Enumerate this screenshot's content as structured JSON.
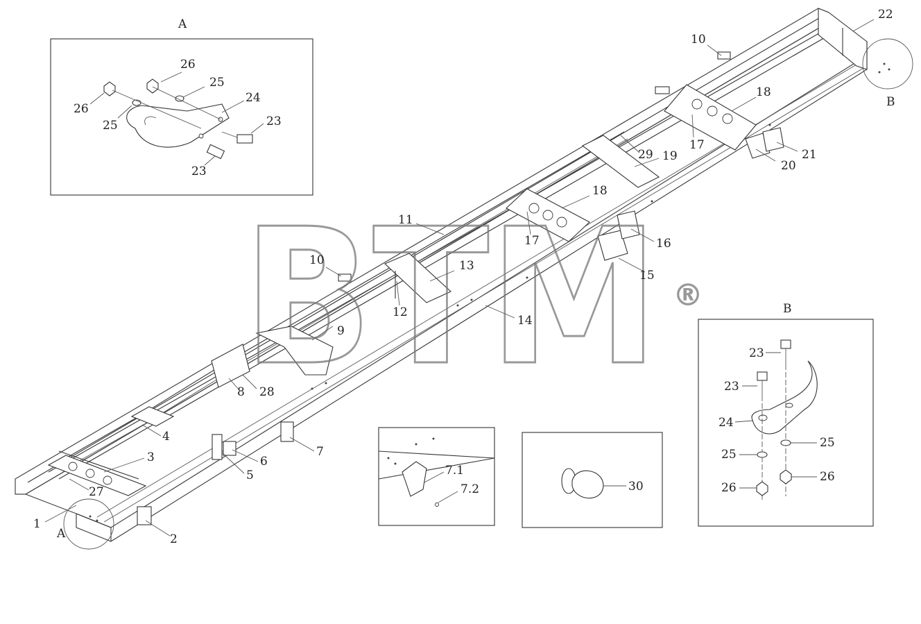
{
  "watermark": {
    "text": "BTM",
    "registered": "®"
  },
  "detail_a": {
    "title": "A",
    "labels": [
      "26",
      "25",
      "24",
      "23",
      "23",
      "25",
      "26"
    ]
  },
  "detail_b": {
    "title": "B",
    "labels": [
      "23",
      "23",
      "24",
      "25",
      "25",
      "26",
      "26"
    ]
  },
  "detail_7": {
    "labels": [
      "7.1",
      "7.2"
    ]
  },
  "detail_30": {
    "labels": [
      "30"
    ]
  },
  "callouts": {
    "c1": "1",
    "c2": "2",
    "c3": "3",
    "c4": "4",
    "c5": "5",
    "c6": "6",
    "c7": "7",
    "c8": "8",
    "c9": "9",
    "c10a": "10",
    "c10b": "10",
    "c11": "11",
    "c12": "12",
    "c13": "13",
    "c14": "14",
    "c15": "15",
    "c16": "16",
    "c17a": "17",
    "c17b": "17",
    "c18a": "18",
    "c18b": "18",
    "c19": "19",
    "c20": "20",
    "c21": "21",
    "c22": "22",
    "c27": "27",
    "c28": "28",
    "c29": "29",
    "markA": "A",
    "markB": "B"
  },
  "colors": {
    "line": "#333333",
    "watermark_stroke": "#777777"
  }
}
